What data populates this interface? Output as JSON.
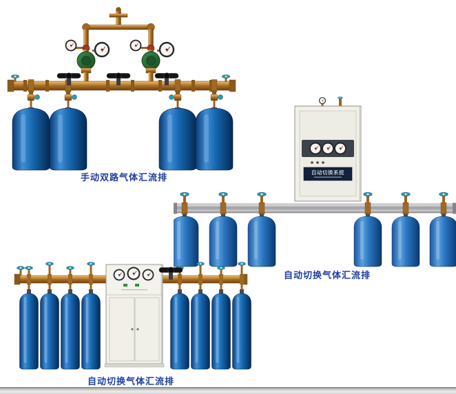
{
  "page": {
    "background": "#ffffff",
    "caption_color": "#1e3fa0"
  },
  "colors": {
    "brass_pipe": "#a96e26",
    "cylinder_blue_dark": "#1566ae",
    "cylinder_blue_medium": "#2a74c0",
    "valve_knob_teal": "#2e9ab4",
    "handwheel_black": "#141418",
    "cabinet_body": "#f1f0ea",
    "manifold_steel": "#9b9ba0"
  },
  "products": [
    {
      "id": "manual-dual-manifold",
      "caption": "手动双路气体汇流排",
      "cylinder_count": 4,
      "gauge_count": 4
    },
    {
      "id": "auto-switch-manifold-wall-cabinet",
      "caption": "自动切换气体汇流排",
      "cabinet_plate": "自动切换系统",
      "cylinder_count": 6,
      "gauge_count": 3
    },
    {
      "id": "auto-switch-manifold-floor-cabinet",
      "caption": "自动切换气体汇流排",
      "cylinder_count": 8,
      "gauge_count": 3
    }
  ]
}
